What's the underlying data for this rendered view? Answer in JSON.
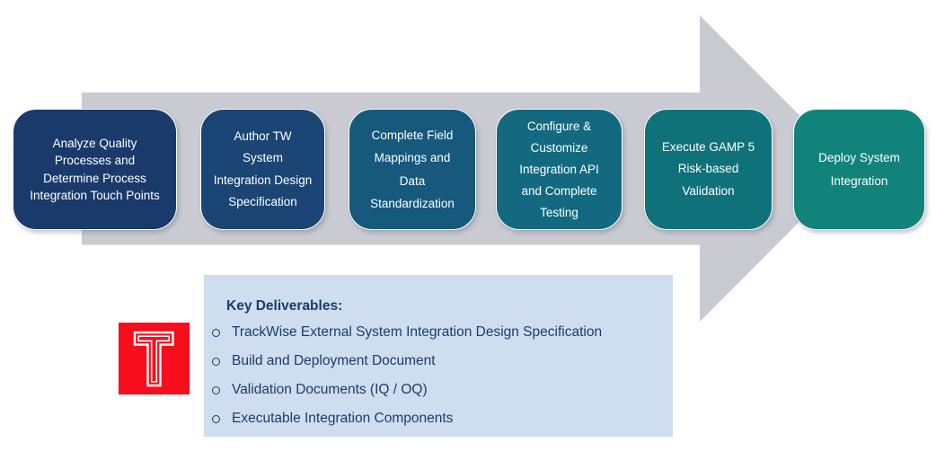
{
  "diagram": {
    "type": "process-flow",
    "direction": "left-to-right"
  },
  "colors": {
    "arrow": "#c9cad2",
    "panel_bg": "#cedeee",
    "text_navy": "#1b3c6c",
    "logo_red": "#f60e1c",
    "step_text": "#ffffff"
  },
  "steps": [
    {
      "label": "Analyze Quality\nProcesses and\nDetermine Process\nIntegration Touch Points",
      "color": "#1a3a6b"
    },
    {
      "label": "Author TW\nSystem\nIntegration Design\nSpecification",
      "color": "#1a4574"
    },
    {
      "label": "Complete Field\nMappings and\nData\nStandardization",
      "color": "#16597c"
    },
    {
      "label": "Configure &\nCustomize\nIntegration API\nand Complete\nTesting",
      "color": "#136a80"
    },
    {
      "label": "Execute GAMP 5\nRisk-based\nValidation",
      "color": "#0f717a"
    },
    {
      "label": "Deploy System\nIntegration",
      "color": "#12837b"
    }
  ],
  "deliverables": {
    "heading": "Key Deliverables:",
    "items": [
      "TrackWise External System Integration Design Specification",
      "Build and Deployment Document",
      "Validation Documents (IQ / OQ)",
      "Executable Integration Components"
    ]
  },
  "logo": {
    "letter": "T",
    "color": "#f60e1c"
  }
}
